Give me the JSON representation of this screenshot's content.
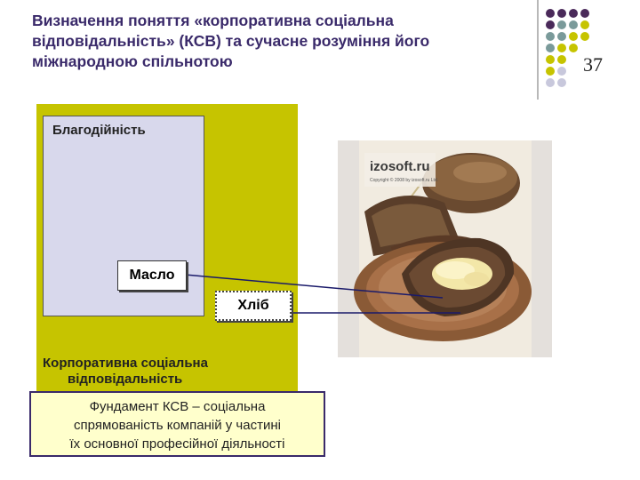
{
  "title": "Визначення поняття «корпоративна соціальна відповідальність» (КСВ) та сучасне розуміння його міжнародною спільнотою",
  "slide_number": "37",
  "diagram": {
    "charity_label": "Благодійність",
    "butter_label": "Масло",
    "bread_label": "Хліб",
    "csr_label_line1": "Корпоративна соціальна",
    "csr_label_line2": "відповідальність",
    "foundation_line1": "Фундамент КСВ – соціальна",
    "foundation_line2": "спрямованість компаній у частині",
    "foundation_line3": "їх основної професійної діяльності"
  },
  "photo": {
    "watermark_logo": "izosoft.ru",
    "watermark_copyright": "Copyright © 2008 by izosoft.ru Ltd."
  },
  "colors": {
    "title": "#3a2a6a",
    "csr_box": "#c6c400",
    "charity_box": "#d8d8ec",
    "foundation_box": "#ffffcc",
    "dot_purple": "#4a2a5a",
    "dot_teal": "#7a9a9a",
    "dot_yellow": "#c6c400",
    "dot_lavender": "#c8c8dc"
  }
}
